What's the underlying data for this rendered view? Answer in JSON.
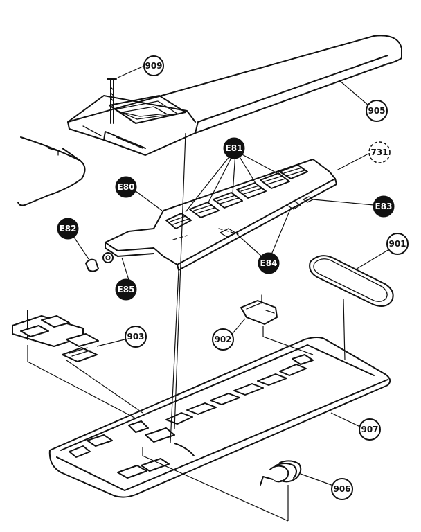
{
  "labels": {
    "p909": "909",
    "p905": "905",
    "p731": "731",
    "e81": "E81",
    "e80": "E80",
    "e83": "E83",
    "e82": "E82",
    "e84": "E84",
    "e85": "E85",
    "p901": "901",
    "p903": "903",
    "p902": "902",
    "p907": "907",
    "p906": "906"
  }
}
